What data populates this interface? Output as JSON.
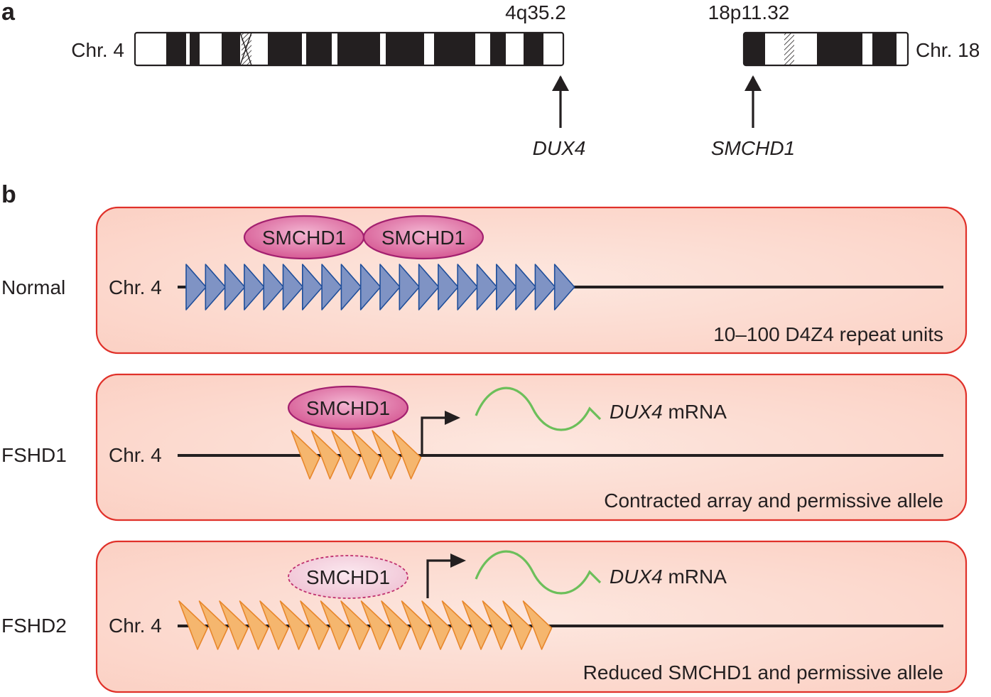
{
  "panel_a": {
    "letter": "a",
    "chr4": {
      "name": "Chr. 4",
      "band": "4q35.2",
      "gene": "DUX4"
    },
    "chr18": {
      "name": "Chr. 18",
      "band": "18p11.32",
      "gene": "SMCHD1"
    }
  },
  "panel_b": {
    "letter": "b",
    "rows": [
      {
        "label": "Normal",
        "chr_label": "Chr. 4",
        "proteins": [
          "SMCHD1",
          "SMCHD1"
        ],
        "repeat_count": 20,
        "caption": "10–100 D4Z4 repeat units"
      },
      {
        "label": "FSHD1",
        "chr_label": "Chr. 4",
        "proteins": [
          "SMCHD1"
        ],
        "repeat_count": 6,
        "mrna_gene": "DUX4",
        "mrna_suffix": " mRNA",
        "caption": "Contracted array and permissive allele"
      },
      {
        "label": "FSHD2",
        "chr_label": "Chr. 4",
        "proteins": [
          "SMCHD1"
        ],
        "repeat_count": 18,
        "mrna_gene": "DUX4",
        "mrna_suffix": " mRNA",
        "caption": "Reduced SMCHD1 and permissive allele"
      }
    ]
  },
  "colors": {
    "panel_fill": "#fbd9cf",
    "panel_stroke": "#e0312a",
    "blue_repeat": "#7f93c4",
    "blue_repeat_stroke": "#1f4e9a",
    "orange_repeat": "#f5b66e",
    "orange_repeat_stroke": "#e8872c",
    "protein_fill": "#d9649b",
    "protein_stroke": "#a3206f",
    "protein_reduced_fill": "#f3cfdc",
    "mrna": "#6cbf5a"
  }
}
